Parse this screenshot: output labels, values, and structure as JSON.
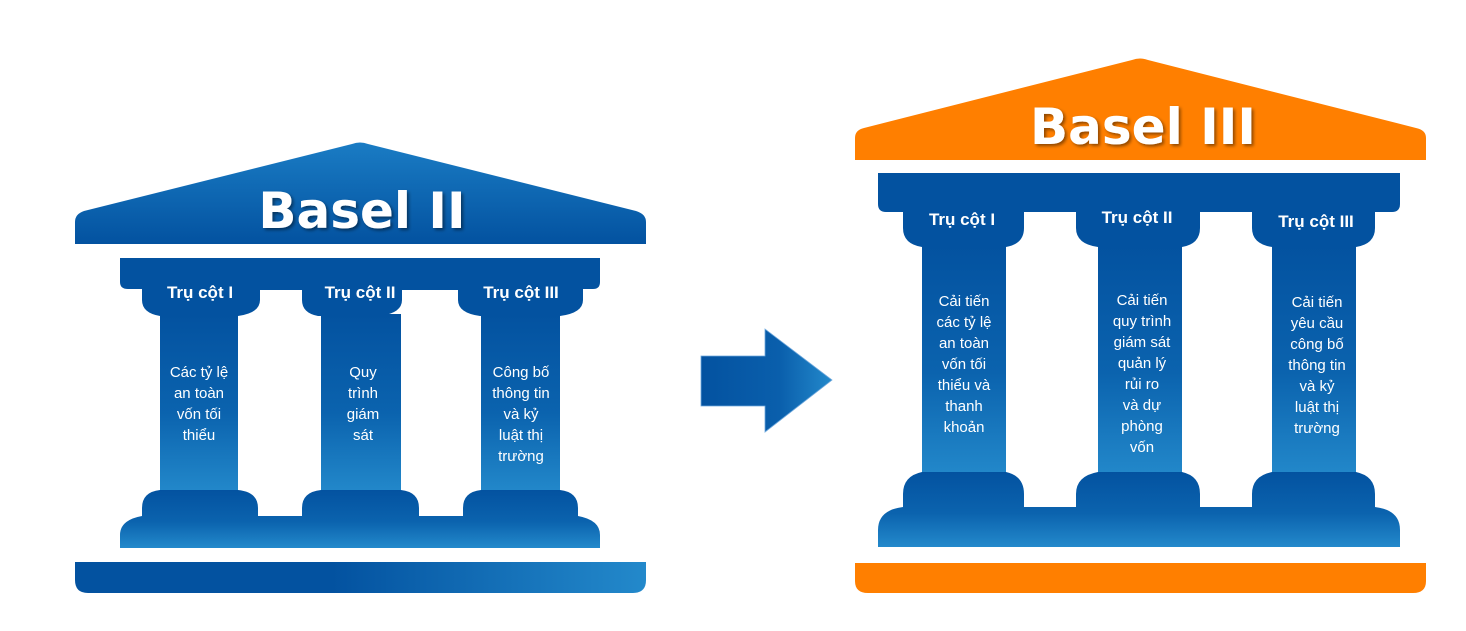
{
  "colors": {
    "blue_dark": "#0352a0",
    "blue_light": "#2389cb",
    "orange": "#ff7f00",
    "white": "#ffffff"
  },
  "basel2": {
    "title": "Basel II",
    "pillars": [
      {
        "heading": "Trụ cột I",
        "lines": [
          "Các tỷ lệ",
          "an toàn",
          "vốn tối",
          "thiểu"
        ]
      },
      {
        "heading": "Trụ cột II",
        "lines": [
          "Quy",
          "trình",
          "giám",
          "sát"
        ]
      },
      {
        "heading": "Trụ cột III",
        "lines": [
          "Công bố",
          "thông tin",
          "và kỷ",
          "luật thị",
          "trường"
        ]
      }
    ]
  },
  "arrow": {
    "icon": "arrow-right-icon"
  },
  "basel3": {
    "title": "Basel III",
    "pillars": [
      {
        "heading": "Trụ cột I",
        "lines": [
          "Cải tiến",
          "các tỷ lệ",
          "an toàn",
          "vốn tối",
          "thiểu và",
          "thanh",
          "khoản"
        ]
      },
      {
        "heading": "Trụ cột II",
        "lines": [
          "Cải tiến",
          "quy trình",
          "giám sát",
          "quản lý",
          "rủi ro",
          "và dự",
          "phòng",
          "vốn"
        ]
      },
      {
        "heading": "Trụ cột III",
        "lines": [
          "Cải tiến",
          "yêu cầu",
          "công bố",
          "thông tin",
          "và kỷ",
          "luật thị",
          "trường"
        ]
      }
    ]
  }
}
